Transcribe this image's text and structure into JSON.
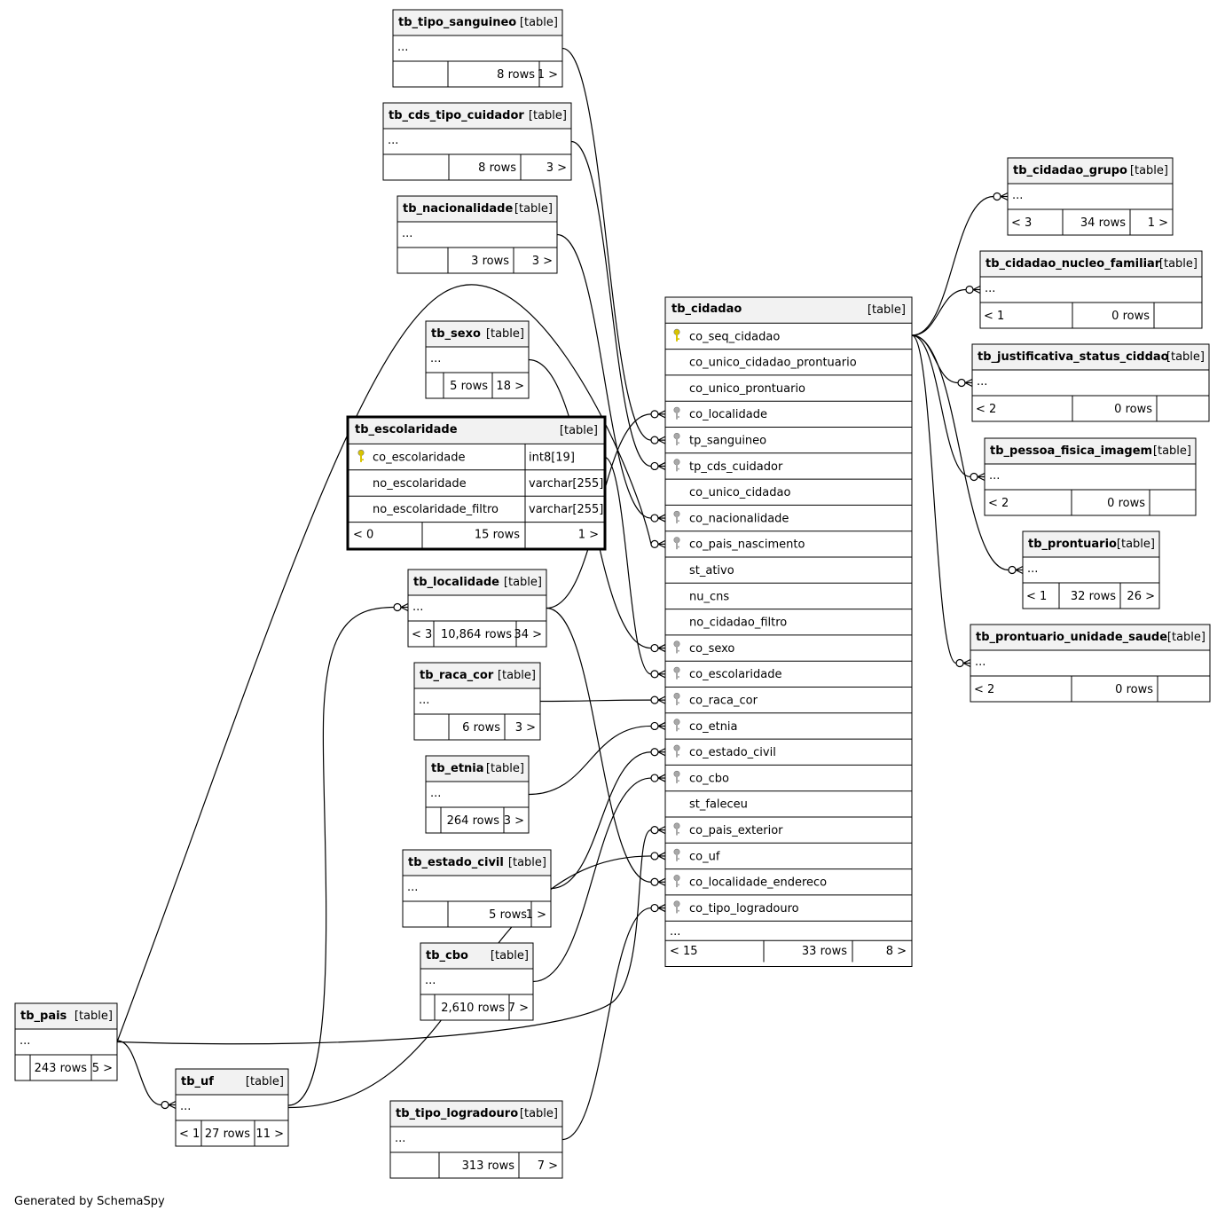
{
  "footer": "Generated by SchemaSpy",
  "type_label": "[table]",
  "more_label": "...",
  "summary_tables": {
    "tb_tipo_sanguineo": {
      "name": "tb_tipo_sanguineo",
      "parents": "",
      "rows": "8 rows",
      "children": "1 >"
    },
    "tb_cds_tipo_cuidador": {
      "name": "tb_cds_tipo_cuidador",
      "parents": "",
      "rows": "8 rows",
      "children": "3 >"
    },
    "tb_nacionalidade": {
      "name": "tb_nacionalidade",
      "parents": "",
      "rows": "3 rows",
      "children": "3 >"
    },
    "tb_sexo": {
      "name": "tb_sexo",
      "parents": "",
      "rows": "5 rows",
      "children": "18 >"
    },
    "tb_localidade": {
      "name": "tb_localidade",
      "parents": "< 3",
      "rows": "10,864 rows",
      "children": "34 >"
    },
    "tb_raca_cor": {
      "name": "tb_raca_cor",
      "parents": "",
      "rows": "6 rows",
      "children": "3 >"
    },
    "tb_etnia": {
      "name": "tb_etnia",
      "parents": "",
      "rows": "264 rows",
      "children": "3 >"
    },
    "tb_estado_civil": {
      "name": "tb_estado_civil",
      "parents": "",
      "rows": "5 rows",
      "children": "1 >"
    },
    "tb_cbo": {
      "name": "tb_cbo",
      "parents": "",
      "rows": "2,610 rows",
      "children": "7 >"
    },
    "tb_tipo_logradouro": {
      "name": "tb_tipo_logradouro",
      "parents": "",
      "rows": "313 rows",
      "children": "7 >"
    },
    "tb_pais": {
      "name": "tb_pais",
      "parents": "",
      "rows": "243 rows",
      "children": "5 >"
    },
    "tb_uf": {
      "name": "tb_uf",
      "parents": "< 1",
      "rows": "27 rows",
      "children": "11 >"
    },
    "tb_cidadao_grupo": {
      "name": "tb_cidadao_grupo",
      "parents": "< 3",
      "rows": "34 rows",
      "children": "1 >"
    },
    "tb_cidadao_nucleo_familiar": {
      "name": "tb_cidadao_nucleo_familiar",
      "parents": "< 1",
      "rows": "0 rows",
      "children": ""
    },
    "tb_justificativa_status_ciddao": {
      "name": "tb_justificativa_status_ciddao",
      "parents": "< 2",
      "rows": "0 rows",
      "children": ""
    },
    "tb_pessoa_fisica_imagem": {
      "name": "tb_pessoa_fisica_imagem",
      "parents": "< 2",
      "rows": "0 rows",
      "children": ""
    },
    "tb_prontuario": {
      "name": "tb_prontuario",
      "parents": "< 1",
      "rows": "32 rows",
      "children": "26 >"
    },
    "tb_prontuario_unidade_saude": {
      "name": "tb_prontuario_unidade_saude",
      "parents": "< 2",
      "rows": "0 rows",
      "children": ""
    }
  },
  "tb_escolaridade": {
    "name": "tb_escolaridade",
    "columns": [
      {
        "name": "co_escolaridade",
        "type": "int8[19]",
        "key": "primary"
      },
      {
        "name": "no_escolaridade",
        "type": "varchar[255]",
        "key": ""
      },
      {
        "name": "no_escolaridade_filtro",
        "type": "varchar[255]",
        "key": ""
      }
    ],
    "parents": "< 0",
    "rows": "15 rows",
    "children": "1 >"
  },
  "tb_cidadao": {
    "name": "tb_cidadao",
    "columns": [
      {
        "name": "co_seq_cidadao",
        "key": "primary"
      },
      {
        "name": "co_unico_cidadao_prontuario",
        "key": ""
      },
      {
        "name": "co_unico_prontuario",
        "key": ""
      },
      {
        "name": "co_localidade",
        "key": "foreign"
      },
      {
        "name": "tp_sanguineo",
        "key": "foreign"
      },
      {
        "name": "tp_cds_cuidador",
        "key": "foreign"
      },
      {
        "name": "co_unico_cidadao",
        "key": ""
      },
      {
        "name": "co_nacionalidade",
        "key": "foreign"
      },
      {
        "name": "co_pais_nascimento",
        "key": "foreign"
      },
      {
        "name": "st_ativo",
        "key": ""
      },
      {
        "name": "nu_cns",
        "key": ""
      },
      {
        "name": "no_cidadao_filtro",
        "key": ""
      },
      {
        "name": "co_sexo",
        "key": "foreign"
      },
      {
        "name": "co_escolaridade",
        "key": "foreign"
      },
      {
        "name": "co_raca_cor",
        "key": "foreign"
      },
      {
        "name": "co_etnia",
        "key": "foreign"
      },
      {
        "name": "co_estado_civil",
        "key": "foreign"
      },
      {
        "name": "co_cbo",
        "key": "foreign"
      },
      {
        "name": "st_faleceu",
        "key": ""
      },
      {
        "name": "co_pais_exterior",
        "key": "foreign"
      },
      {
        "name": "co_uf",
        "key": "foreign"
      },
      {
        "name": "co_localidade_endereco",
        "key": "foreign"
      },
      {
        "name": "co_tipo_logradouro",
        "key": "foreign"
      }
    ],
    "parents": "< 15",
    "rows": "33 rows",
    "children": "8 >"
  },
  "colors": {
    "primary_key": "#d8c400",
    "foreign_key": "#a8a8a8",
    "header_bg": "#f2f2f2",
    "border": "#000000"
  },
  "relationships": [
    {
      "from": "tb_tipo_sanguineo",
      "to_column": "tp_sanguineo"
    },
    {
      "from": "tb_cds_tipo_cuidador",
      "to_column": "tp_cds_cuidador"
    },
    {
      "from": "tb_nacionalidade",
      "to_column": "co_nacionalidade"
    },
    {
      "from": "tb_sexo",
      "to_column": "co_sexo"
    },
    {
      "from": "tb_escolaridade",
      "to_column": "co_escolaridade"
    },
    {
      "from": "tb_localidade",
      "to_column": "co_localidade"
    },
    {
      "from": "tb_localidade",
      "to_column": "co_localidade_endereco"
    },
    {
      "from": "tb_raca_cor",
      "to_column": "co_raca_cor"
    },
    {
      "from": "tb_etnia",
      "to_column": "co_etnia"
    },
    {
      "from": "tb_estado_civil",
      "to_column": "co_estado_civil"
    },
    {
      "from": "tb_cbo",
      "to_column": "co_cbo"
    },
    {
      "from": "tb_pais",
      "to_column": "co_pais_nascimento"
    },
    {
      "from": "tb_pais",
      "to_column": "co_pais_exterior"
    },
    {
      "from": "tb_uf",
      "to_column": "co_uf"
    },
    {
      "from": "tb_tipo_logradouro",
      "to_column": "co_tipo_logradouro"
    },
    {
      "from": "tb_pais",
      "to": "tb_uf"
    },
    {
      "from": "tb_uf",
      "to": "tb_localidade"
    },
    {
      "from": "tb_cidadao",
      "to": "tb_cidadao_grupo"
    },
    {
      "from": "tb_cidadao",
      "to": "tb_cidadao_nucleo_familiar"
    },
    {
      "from": "tb_cidadao",
      "to": "tb_justificativa_status_ciddao"
    },
    {
      "from": "tb_cidadao",
      "to": "tb_pessoa_fisica_imagem"
    },
    {
      "from": "tb_cidadao",
      "to": "tb_prontuario"
    },
    {
      "from": "tb_cidadao",
      "to": "tb_prontuario_unidade_saude"
    }
  ]
}
